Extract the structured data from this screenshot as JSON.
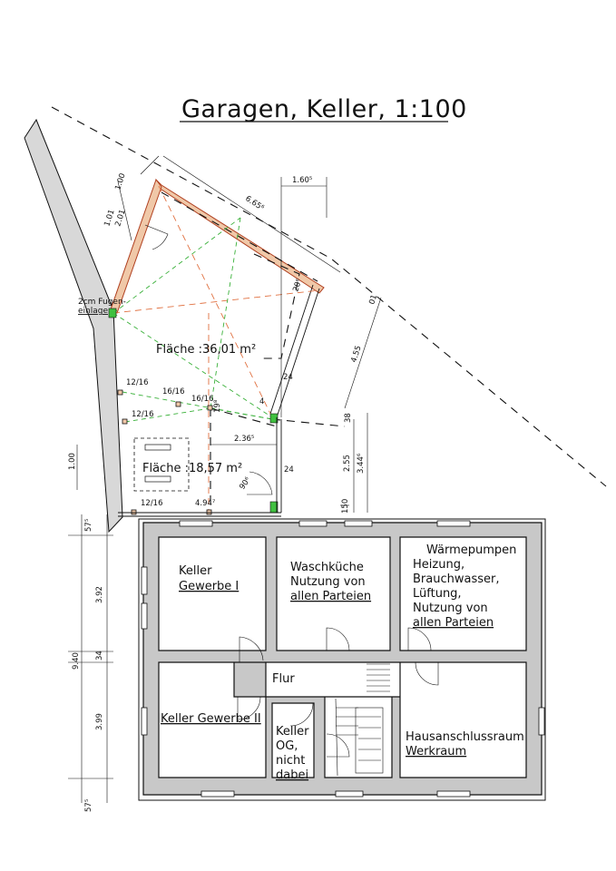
{
  "title": "Garagen, Keller, 1:100",
  "rooms": {
    "keller1_a": "Keller",
    "keller1_b": "Gewerbe I",
    "wasch_a": "Waschküche",
    "wasch_b": "Nutzung von",
    "wasch_c": "allen Parteien",
    "wp_a": "Wärmepumpen",
    "wp_b": "Heizung,",
    "wp_c": "Brauchwasser,",
    "wp_d": "Lüftung,",
    "wp_e": "Nutzung von",
    "wp_f": "allen Parteien",
    "flur": "Flur",
    "keller2": "Keller Gewerbe II",
    "og_a": "Keller",
    "og_b": "OG,",
    "og_c": "nicht",
    "og_d": "dabei",
    "haus_a": "Hausanschlussraum",
    "haus_b": "Werkraum"
  },
  "areas": {
    "garage_top": "Fläche  :36,01 m²",
    "garage_bottom": "Fläche  :18,57 m²"
  },
  "notes": {
    "fugen_a": "2cm Fugen-",
    "fugen_b": "einlage"
  },
  "dims": {
    "d100a": "1.00",
    "d101": "1.01",
    "d201": "2.01",
    "d6656": "6.65⁶",
    "d1605": "1.60⁵",
    "d206": "20⁶",
    "d01": "01",
    "d455": "4.55",
    "d24a": "24",
    "d38": "38",
    "d1216a": "12/16",
    "d1616a": "16/16",
    "d1616b": "16/16",
    "d1216b": "12/16",
    "d1216c": "12/16",
    "d2365": "2.36⁵",
    "d255": "2.55",
    "d3446": "3.44⁶",
    "d24b": "24",
    "d49": "4.94⁷",
    "d906": "90⁶",
    "d150": "150",
    "d100b": "1.00",
    "d575a": "57⁵",
    "d392": "3.92",
    "d940": "9.40",
    "d34": "34",
    "d399": "3.99",
    "d575b": "57⁵",
    "d198": "19⁸",
    "d4": "4"
  }
}
